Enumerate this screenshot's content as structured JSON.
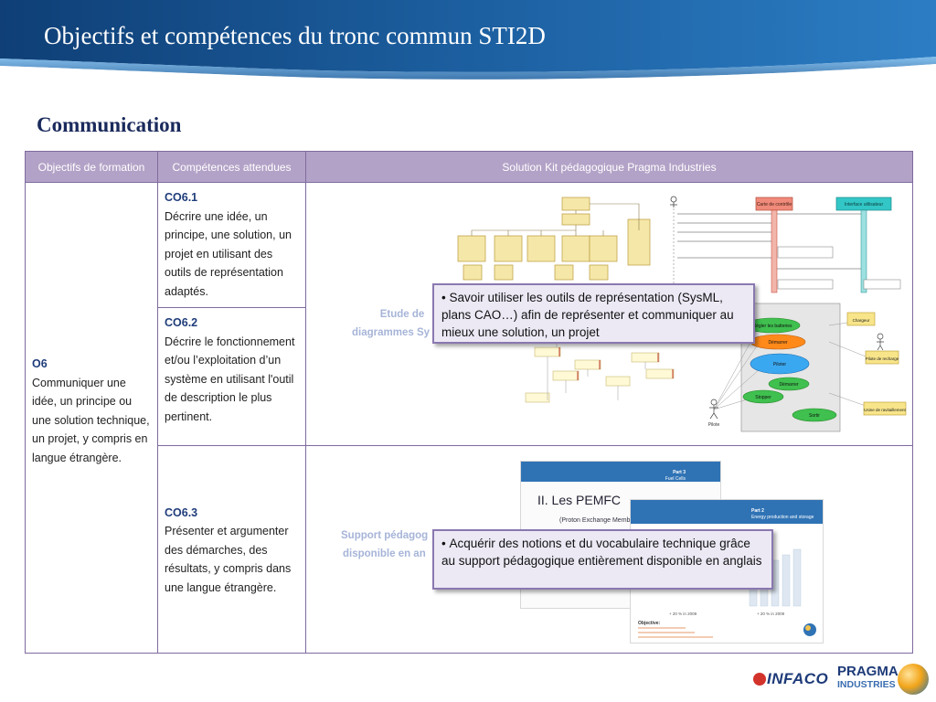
{
  "slide": {
    "title": "Objectifs et compétences du tronc commun STI2D",
    "section": "Communication"
  },
  "table": {
    "headers": [
      "Objectifs de formation",
      "Compétences attendues",
      "Solution Kit pédagogique Pragma Industries"
    ],
    "objective": {
      "code": "O6",
      "text": "Communiquer une idée, un principe ou une solution technique, un projet, y compris en langue étrangère."
    },
    "competences": [
      {
        "code": "CO6.1",
        "text": "Décrire une idée, un principe, une solution, un  projet en utilisant des outils de représentation adaptés."
      },
      {
        "code": "CO6.2",
        "text": "Décrire le fonctionnement et/ou l’exploitation d’un système en utilisant l'outil de description le plus pertinent."
      },
      {
        "code": "CO6.3",
        "text": "Présenter et argumenter des démarches, des résultats, y compris dans une langue étrangère."
      }
    ],
    "solutions": [
      {
        "label_line1": "Etude de",
        "label_line2": "diagrammes Sy",
        "callout": "Savoir utiliser les outils de représentation (SysML, plans CAO…) afin de représenter et communiquer au mieux une solution, un projet",
        "diagram": {
          "seq_box_left": "Carte de contrôle",
          "seq_box_right": "Interface utilisateur",
          "actor_label": "Pilote",
          "ellipse_labels": [
            "Régler les batteries",
            "Démarrer",
            "Piloter",
            "Démarrer",
            "Stopper",
            "Sortir"
          ],
          "side_boxes": [
            "Chargeur",
            "Pilote de recharge",
            "Usine de ravitaillement"
          ]
        }
      },
      {
        "label_line1": "Support pédagog",
        "label_line2": "disponible en an",
        "callout": "Acquérir des notions et du vocabulaire technique grâce au support pédagogique entièrement disponible en anglais",
        "doc": {
          "heading": "II.   Les PEMFC",
          "subheading": "(Proton Exchange Membra",
          "part_front": "Part 2",
          "part_front_title": "Energy production and storage",
          "part_back": "Part 3",
          "part_back_title": "Fuel Cells",
          "objective_label": "Objective:",
          "caption_left": "+ 20 % in 2009",
          "caption_right": "+ 20 % in 2009"
        }
      }
    ]
  },
  "logos": {
    "infaco": "INFACO",
    "pragma_line1": "PRAGMA",
    "pragma_line2": "INDUSTRIES"
  },
  "colors": {
    "header_bg": "#b3a2c7",
    "border": "#7f6a9e",
    "banner_blue": "#1c5fa0",
    "code_blue": "#1f3d7a"
  }
}
